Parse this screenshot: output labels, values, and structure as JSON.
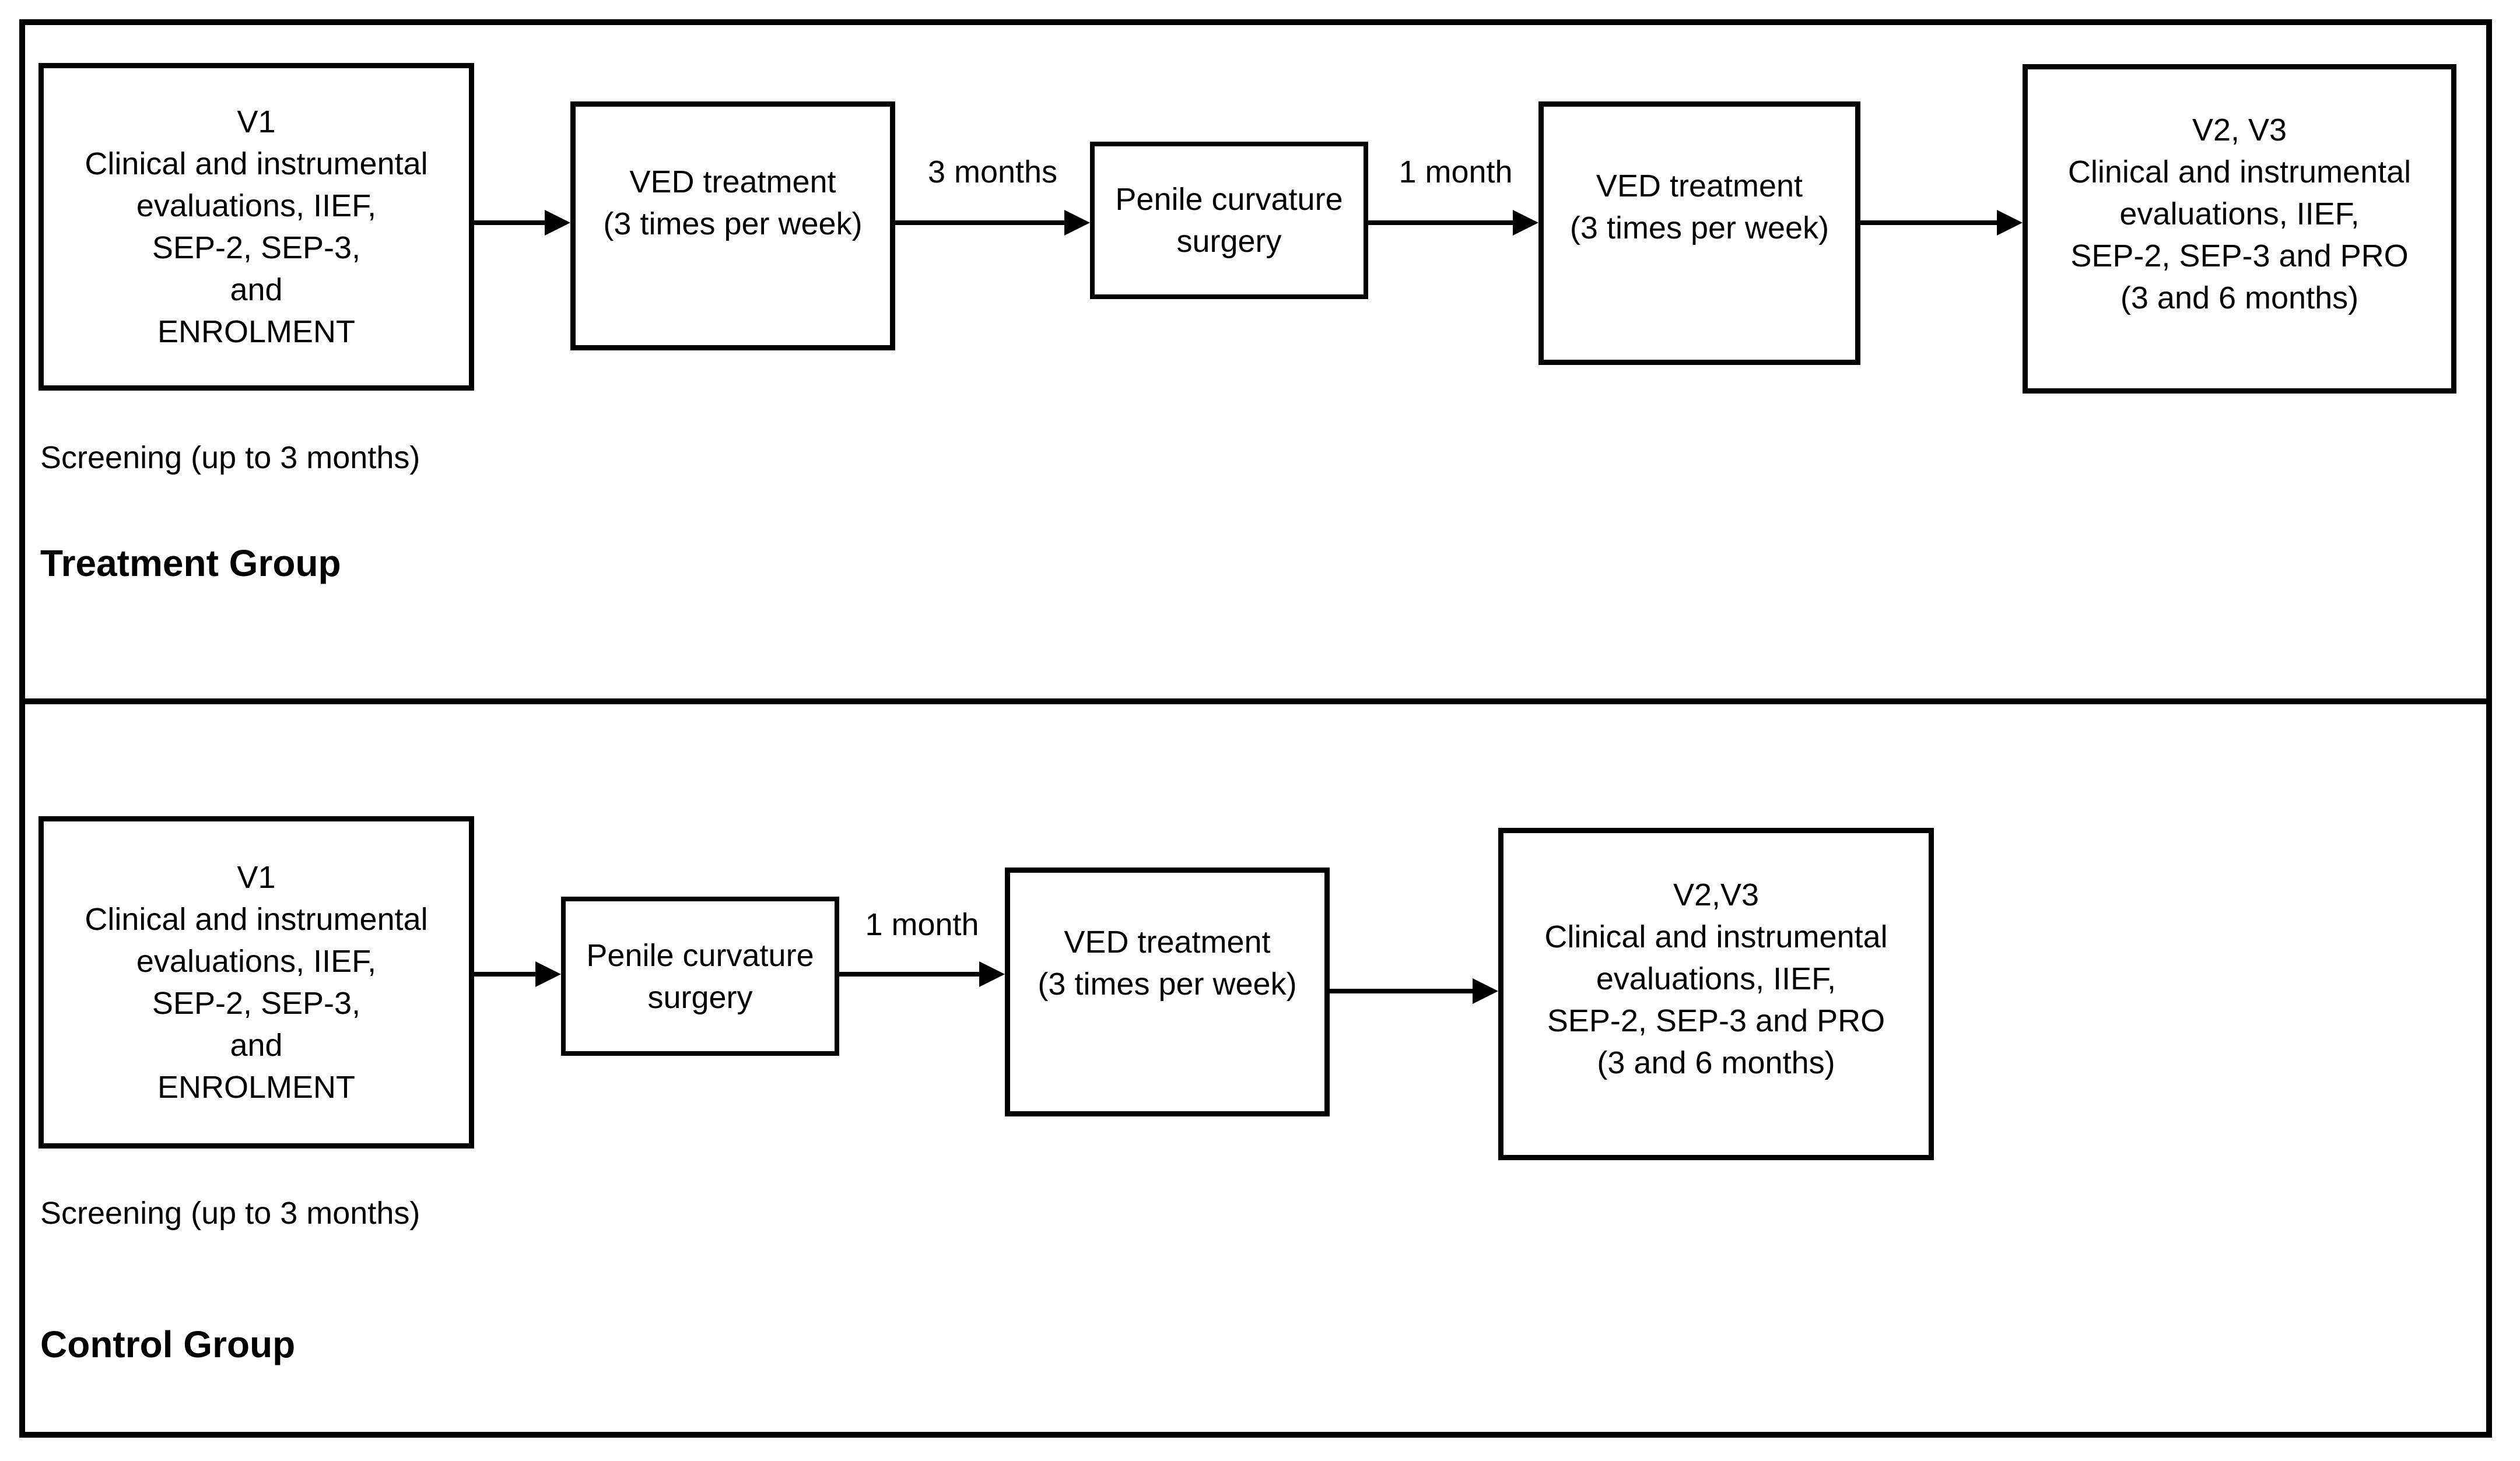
{
  "colors": {
    "ink": "#000000",
    "background": "#ffffff"
  },
  "figure": {
    "treatment": {
      "v1_box": [
        "V1",
        "Clinical and instrumental",
        "evaluations, IIEF,",
        "SEP-2, SEP-3,",
        "and",
        "ENROLMENT"
      ],
      "ved_box_1": [
        "VED treatment",
        "(3 times per week)"
      ],
      "interval_after_ved1": "3 months",
      "surgery_box": [
        "Penile curvature",
        "surgery"
      ],
      "interval_after_surgery": "1 month",
      "ved_box_2": [
        "VED treatment",
        "(3 times per week)"
      ],
      "outcome_box": [
        "V2, V3",
        "Clinical and instrumental",
        "evaluations, IIEF,",
        "SEP-2, SEP-3 and PRO",
        "(3 and 6 months)"
      ],
      "screening_note": "Screening (up to 3 months)",
      "group_title": "Treatment Group"
    },
    "control": {
      "v1_box": [
        "V1",
        "Clinical and instrumental",
        "evaluations, IIEF,",
        "SEP-2, SEP-3,",
        "and",
        "ENROLMENT"
      ],
      "surgery_box": [
        "Penile curvature",
        "surgery"
      ],
      "interval_after_surgery": "1 month",
      "ved_box": [
        "VED treatment",
        "(3 times per week)"
      ],
      "outcome_box": [
        "V2,V3",
        "Clinical and instrumental",
        "evaluations, IIEF,",
        "SEP-2, SEP-3 and PRO",
        "(3 and 6 months)"
      ],
      "screening_note": "Screening (up to 3 months)",
      "group_title": "Control Group"
    }
  }
}
